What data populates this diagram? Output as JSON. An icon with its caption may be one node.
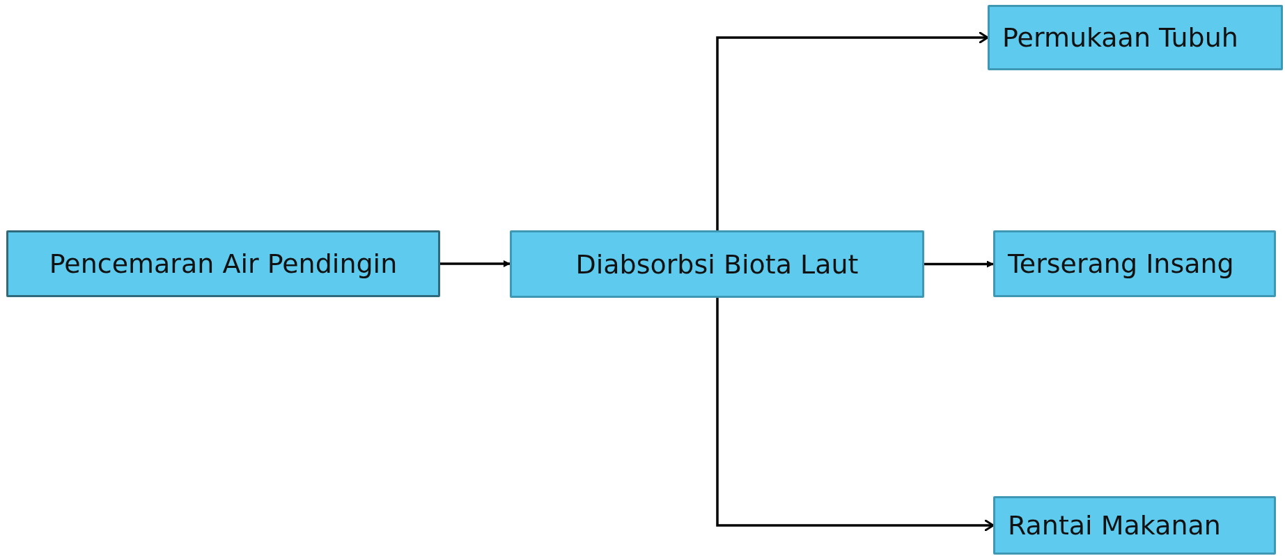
{
  "diagram": {
    "nodes": [
      {
        "text": [
          "Pencemaran Air Pendingin"
        ]
      },
      {
        "text": [
          "Diabsorbsi Biota Laut"
        ]
      },
      {
        "text": [
          "Permukaan Tubuh"
        ]
      },
      {
        "text": [
          "Terserang Insang"
        ]
      },
      {
        "text": [
          "Rantai Makanan"
        ]
      }
    ],
    "edges": [
      {
        "from": 0,
        "to": 1,
        "arrow": "to"
      },
      {
        "from": 1,
        "to": 2,
        "arrow": "to"
      },
      {
        "from": 1,
        "to": 3,
        "arrow": "to"
      },
      {
        "from": 1,
        "to": 4,
        "arrow": "to"
      }
    ]
  }
}
